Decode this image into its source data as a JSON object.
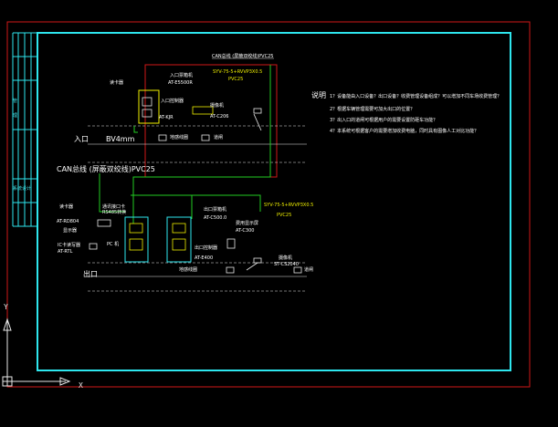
{
  "colors": {
    "background": "#000000",
    "border_red": "#d01818",
    "border_cyan": "#2ee6ee",
    "wire_green": "#22cc22",
    "line_white": "#e8e8e8",
    "text_white": "#ffffff",
    "text_yellow": "#f0f000",
    "text_cyan": "#44e8ee"
  },
  "title_block": {
    "text_a": "管",
    "text_b": "理",
    "text_c": "系统设计"
  },
  "entrance": {
    "label": "入口",
    "cable_top": "CAN总线 (屏蔽双绞线)PVC25",
    "cable_right_1": "SYV-75-5+RVVP3X0.5",
    "cable_right_2": "PVC25",
    "power": "BV4mm",
    "ticket_machine": "入口票箱机",
    "ticket_model": "AT-E5500R",
    "reader": "读卡器",
    "barrier_ctrl": "入口控制器",
    "barrier_model": "AT-KJR",
    "camera": "摄像机",
    "camera_model": "AT-C206",
    "detector": "地感线圈",
    "gate": "道闸"
  },
  "center": {
    "cable_left": "CAN总线 (屏蔽双绞线)PVC25",
    "reader": "读卡器",
    "reader_model": "AT-RD804",
    "pc": "PC 机",
    "card_reader_ic": "IC卡读写器",
    "card_reader_model": "AT-RTL",
    "interface": "通讯接口卡",
    "interface_sub": "RS485转换",
    "monitor": "显示器"
  },
  "exit": {
    "label": "出口",
    "cable_right_1": "SYV-75-5+RVVP3X0.5",
    "cable_right_2": "PVC25",
    "ticket_machine": "出口票箱机",
    "ticket_model": "AT-C500.0",
    "display": "费用显示屏",
    "display_model": "AT-C300",
    "controller": "出口控制器",
    "controller_model": "AT-E400",
    "camera": "摄像机",
    "camera_model": "ST-CS2040",
    "detector": "地感线圈",
    "gate": "道闸"
  },
  "notes": {
    "heading": "说明",
    "items": [
      "1？设备能由入口设备？出口设备？收费管理设备组成？可以增加不同车场收费管理？",
      "2？根据车辆管理需要可加大出口的位置？",
      "3？出入口的道闸可根据用户的需要设置防砸车功能？",
      "4？本系统可根据客户的需要增加收费电脑，同时具有图像人工对比功能？"
    ]
  },
  "ucs": {
    "y_label": "Y",
    "x_label": "X"
  }
}
